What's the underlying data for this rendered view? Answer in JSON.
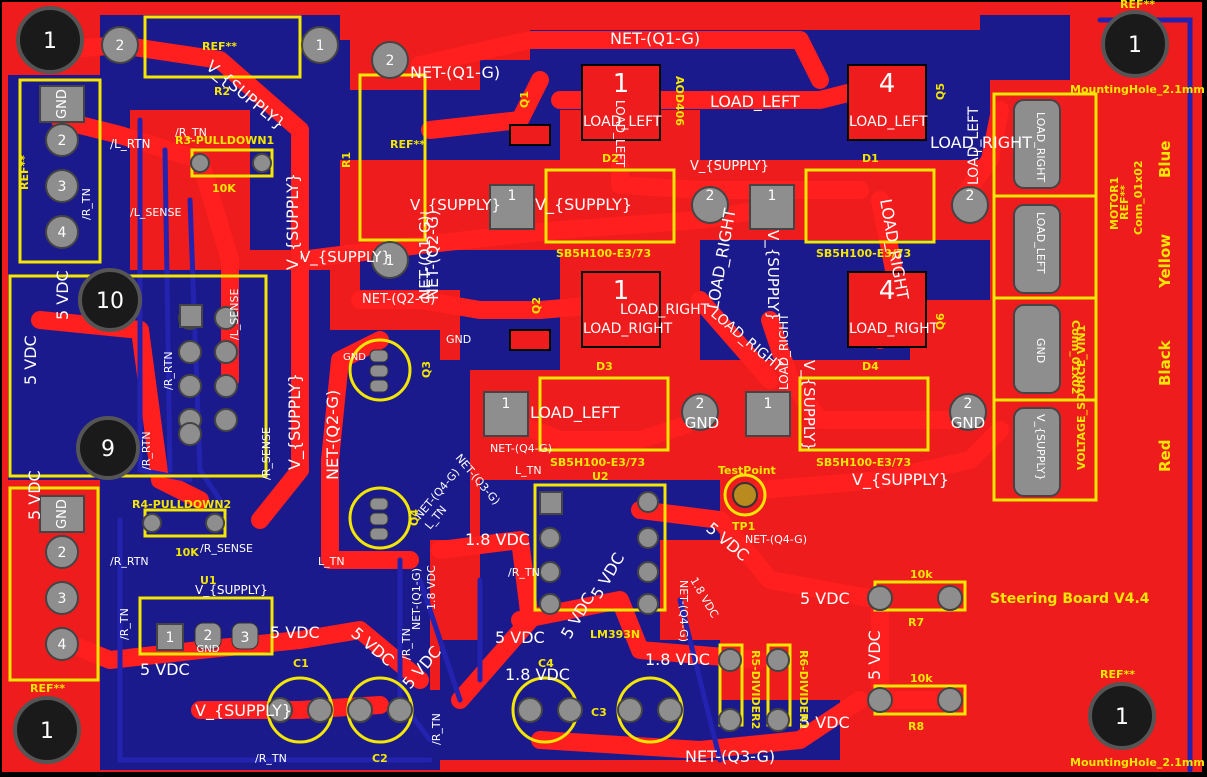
{
  "board": {
    "title": "Steering Board V4.4",
    "colors": {
      "copper_top": "#ee1c1c",
      "copper_bottom": "#1a1a8c",
      "silk": "#f3e600",
      "pad": "#9a9a9a",
      "background": "#000000"
    }
  },
  "wire_colors": {
    "blue": "Blue",
    "yellow": "Yellow",
    "black": "Black",
    "red": "Red"
  },
  "nets": {
    "supply": "V_{SUPPLY}",
    "gnd": "GND",
    "q1g": "NET-(Q1-G)",
    "q2g": "NET-(Q2-G)",
    "q3g": "NET-(Q3-G)",
    "q4g": "NET-(Q4-G)",
    "load_left": "LOAD_LEFT",
    "load_right": "LOAD_RIGHT",
    "v18": "1.8 VDC",
    "v5": "5 VDC",
    "l_rtn": "/L_RTN",
    "r_rtn": "/R_RTN",
    "l_sense": "/L_SENSE",
    "r_sense": "/R_SENSE",
    "l_tn": "L_TN",
    "r_tn": "/R_TN"
  },
  "refs": {
    "ref": "REF**",
    "r1": "R1",
    "r2": "R2",
    "r7": "R7",
    "r8": "R8",
    "r3": "R3-PULLDOWN1",
    "r4": "R4-PULLDOWN2",
    "r5": "R5-DIVIDER2",
    "r6": "R6-DIVIDER1",
    "q1": "Q1",
    "q2": "Q2",
    "q3": "Q3",
    "q4": "Q4",
    "q5": "Q5",
    "q6": "Q6",
    "d1": "D1",
    "d2": "D2",
    "d3": "D3",
    "d4": "D4",
    "u1": "U1",
    "u2": "U2",
    "c1": "C1",
    "c2": "C2",
    "c3": "C3",
    "c4": "C4",
    "tp1": "TP1",
    "testpoint": "TestPoint",
    "motor1": "MOTOR1",
    "vsrc": "VOLTAGE_SOURCE_VIN1",
    "conn": "Conn_01x02",
    "mhole": "MountingHole_2.1mm",
    "diode_part": "SB5H100-E3/73",
    "opamp": "LM393N",
    "mosfet": "AOD406",
    "val10k": "10K",
    "val10k_lc": "10k"
  },
  "pins": {
    "p1": "1",
    "p2": "2",
    "p3": "3",
    "p4": "4",
    "p9": "9",
    "p10": "10"
  }
}
